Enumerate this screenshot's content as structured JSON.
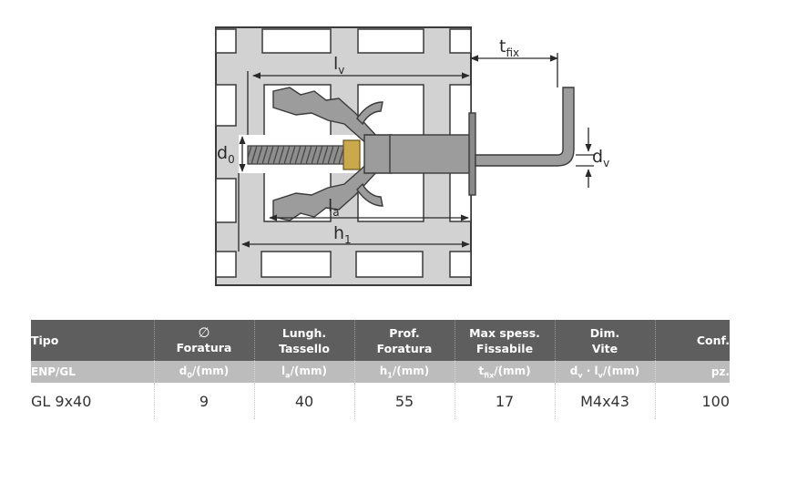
{
  "diagram": {
    "labels": {
      "lv": {
        "base": "l",
        "sub": "v"
      },
      "tfix": {
        "base": "t",
        "sub": "fix"
      },
      "d0": {
        "base": "d",
        "sub": "0"
      },
      "dv": {
        "base": "d",
        "sub": "v"
      },
      "la": {
        "base": "l",
        "sub": "a"
      },
      "h1": {
        "base": "h",
        "sub": "1"
      }
    }
  },
  "table": {
    "headers": [
      {
        "symbol": "",
        "line1": "Tipo",
        "line2": ""
      },
      {
        "symbol": "∅",
        "line1": "Foratura",
        "line2": ""
      },
      {
        "symbol": "",
        "line1": "Lungh.",
        "line2": "Tassello"
      },
      {
        "symbol": "",
        "line1": "Prof.",
        "line2": "Foratura"
      },
      {
        "symbol": "",
        "line1": "Max spess.",
        "line2": "Fissabile"
      },
      {
        "symbol": "",
        "line1": "Dim.",
        "line2": "Vite"
      },
      {
        "symbol": "",
        "line1": "Conf.",
        "line2": ""
      }
    ],
    "units": [
      {
        "base": "ENP/GL",
        "sub": "",
        "rest": ""
      },
      {
        "base": "d",
        "sub": "0",
        "rest": "/(mm)"
      },
      {
        "base": "l",
        "sub": "a",
        "rest": "/(mm)"
      },
      {
        "base": "h",
        "sub": "1",
        "rest": "/(mm)"
      },
      {
        "base": "t",
        "sub": "fix",
        "rest": "/(mm)"
      },
      {
        "base": "d",
        "sub": "v",
        "rest": " · l",
        "sub2": "v",
        "rest2": "/(mm)"
      },
      {
        "base": "pz.",
        "sub": "",
        "rest": ""
      }
    ],
    "rows": [
      [
        "GL 9x40",
        "9",
        "40",
        "55",
        "17",
        "M4x43",
        "100"
      ]
    ]
  },
  "colors": {
    "header_bg": "#5e5e5e",
    "unit_bg": "#bcbcbc",
    "material_gray": "#d2d2d2",
    "dowel_gray": "#9c9c9c",
    "brass": "#c9a94a"
  }
}
